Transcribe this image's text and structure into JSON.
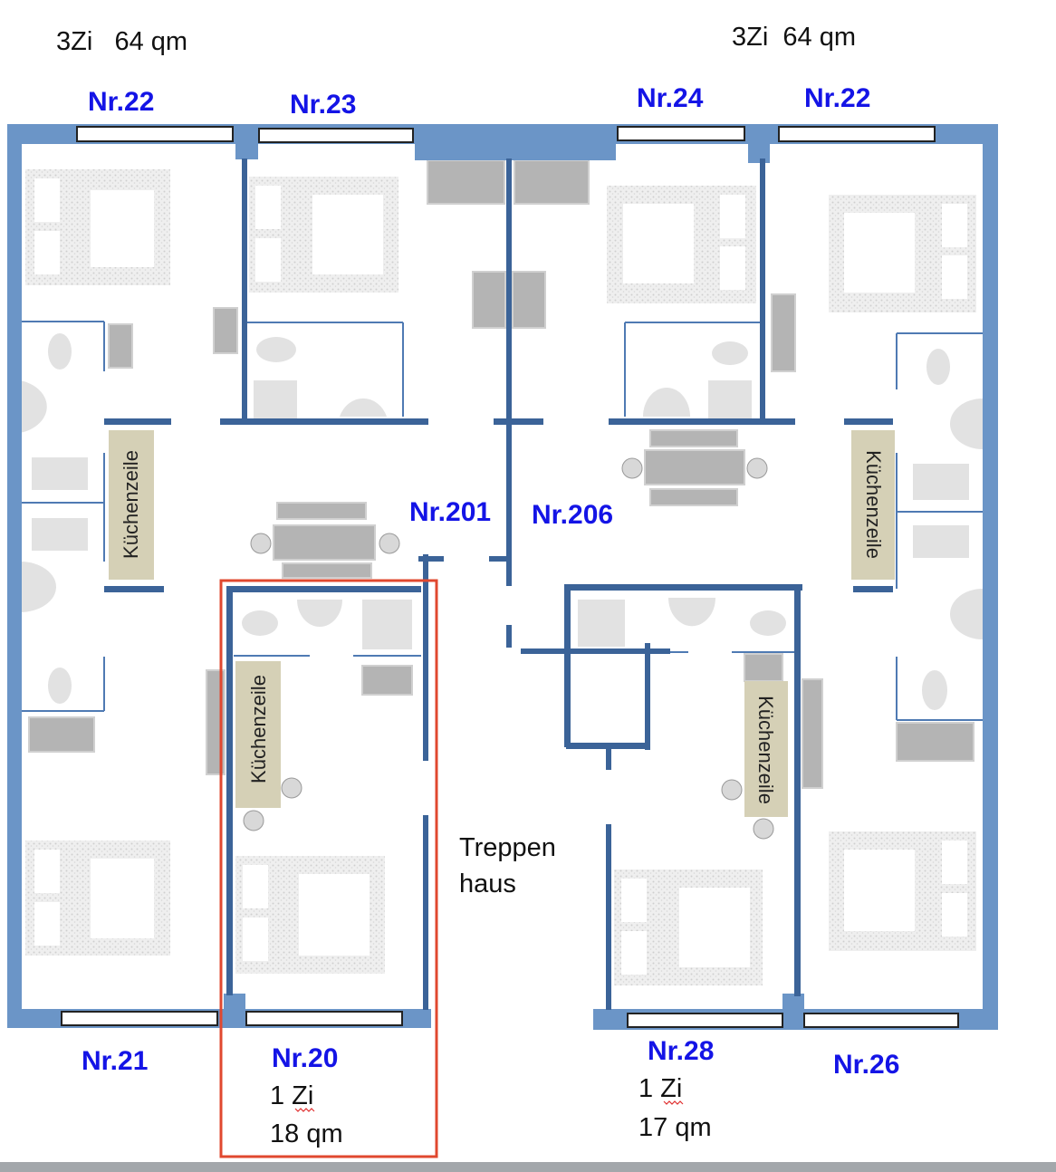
{
  "header": {
    "left_unit_info": "3Zi   64 qm",
    "right_unit_info": "3Zi  64 qm"
  },
  "units": {
    "top": [
      "Nr.22",
      "Nr.23",
      "Nr.24",
      "Nr.22"
    ],
    "middle": [
      "Nr.201",
      "Nr.206"
    ],
    "bottom": [
      "Nr.21",
      "Nr.20",
      "Nr.28",
      "Nr.26"
    ]
  },
  "details": {
    "nr20_rooms": "1 Zi",
    "nr20_area": "18 qm",
    "nr28_rooms": "1 Zi",
    "nr28_area": "17 qm"
  },
  "stairwell": {
    "line1": "Treppen",
    "line2": "haus"
  },
  "kitchen_label": "Küchenzeile",
  "colors": {
    "outer_wall": "#6b95c7",
    "inner_wall": "#3b6398",
    "unit_label": "#1414e6",
    "highlight": "#e0482f"
  }
}
